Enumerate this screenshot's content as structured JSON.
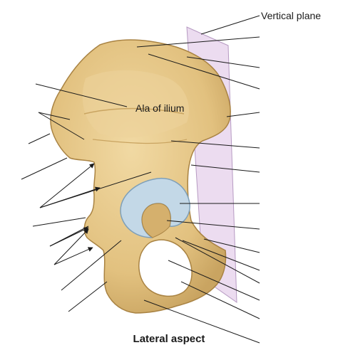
{
  "labels": {
    "vertical_plane": "Vertical plane",
    "ala_of_ilium": "Ala of ilium",
    "caption": "Lateral aspect"
  },
  "colors": {
    "bone": "#e7c98a",
    "bone_shadow": "#c9a461",
    "bone_outline": "#a98343",
    "cartilage": "#c3d8e7",
    "cartilage_outline": "#7e9fb8",
    "plane_fill": "#ecdcf0",
    "plane_edge": "#b69ac2",
    "leader": "#1a1a1a"
  }
}
